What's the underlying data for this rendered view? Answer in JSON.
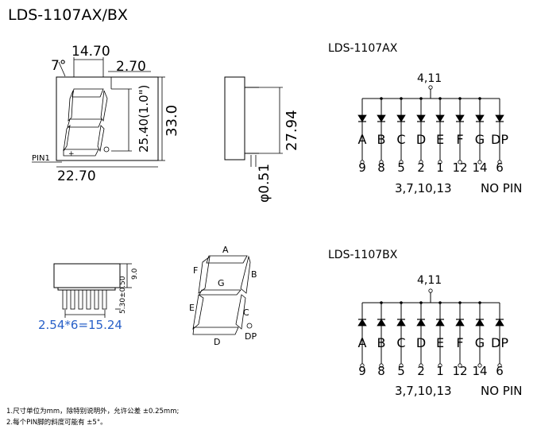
{
  "title": "LDS-1107AX/BX",
  "front_view": {
    "dim_width_top": "14.70",
    "dim_angle": "7°",
    "dim_right_top": "2.70",
    "dim_digit_height": "25.40(1.0\")",
    "dim_height": "33.0",
    "pin_label": "PIN1",
    "dim_width_bottom": "22.70"
  },
  "side_view": {
    "dim_pin_length": "27.94",
    "dim_pin_diameter": "φ0.51"
  },
  "pin_view": {
    "dim_pitch": "2.54*6=15.24",
    "dim_height": "9.0",
    "dim_pin": "5.30±0.50"
  },
  "segment_diagram": {
    "labels": {
      "a": "A",
      "b": "B",
      "c": "C",
      "d": "D",
      "e": "E",
      "f": "F",
      "g": "G",
      "dp": "DP"
    }
  },
  "schematics": [
    {
      "title": "LDS-1107AX",
      "common": "4,11",
      "segments": [
        "A",
        "B",
        "C",
        "D",
        "E",
        "F",
        "G",
        "DP"
      ],
      "pins": [
        "9",
        "8",
        "5",
        "2",
        "1",
        "12",
        "14",
        "6"
      ],
      "nc": "3,7,10,13",
      "nc_label": "NO PIN",
      "direction": "down"
    },
    {
      "title": "LDS-1107BX",
      "common": "4,11",
      "segments": [
        "A",
        "B",
        "C",
        "D",
        "E",
        "F",
        "G",
        "DP"
      ],
      "pins": [
        "9",
        "8",
        "5",
        "2",
        "1",
        "12",
        "14",
        "6"
      ],
      "nc": "3,7,10,13",
      "nc_label": "NO PIN",
      "direction": "up"
    }
  ],
  "notes": [
    "1.尺寸单位为mm，除特别说明外，允许公差 ±0.25mm;",
    "2.每个PIN脚的斜度可能有 ±5°。"
  ]
}
